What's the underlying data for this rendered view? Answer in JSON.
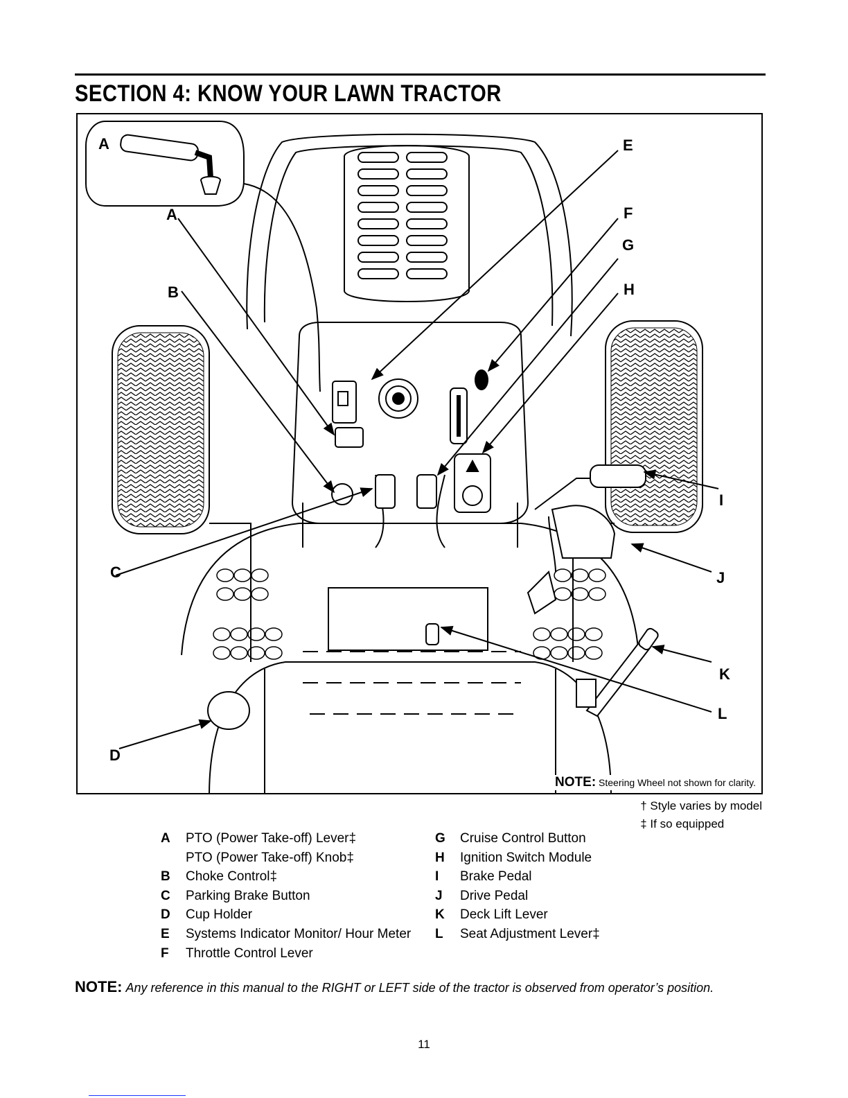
{
  "section_title": "SECTION 4:  KNOW YOUR LAWN TRACTOR",
  "figure": {
    "callouts": {
      "inset_a": "A",
      "a": "A",
      "b": "B",
      "c": "C",
      "d": "D",
      "e": "E",
      "f": "F",
      "g": "G",
      "h": "H",
      "i": "I",
      "j": "J",
      "k": "K",
      "l": "L"
    },
    "note_label": "NOTE:",
    "note_text": "Steering Wheel not shown for clarity."
  },
  "footnotes": [
    "† Style varies by model",
    "‡ If so equipped"
  ],
  "legend_left": [
    {
      "key": "A",
      "label": "PTO (Power Take-off) Lever‡"
    },
    {
      "key": "",
      "label": "PTO (Power Take-off) Knob‡"
    },
    {
      "key": "B",
      "label": "Choke Control‡"
    },
    {
      "key": "C",
      "label": "Parking Brake Button"
    },
    {
      "key": "D",
      "label": "Cup Holder"
    },
    {
      "key": "E",
      "label": "Systems Indicator Monitor/ Hour Meter"
    },
    {
      "key": "F",
      "label": "Throttle Control Lever"
    }
  ],
  "legend_right": [
    {
      "key": "G",
      "label": "Cruise Control Button"
    },
    {
      "key": "H",
      "label": "Ignition Switch Module"
    },
    {
      "key": "I",
      "label": "Brake Pedal"
    },
    {
      "key": "J",
      "label": "Drive Pedal"
    },
    {
      "key": "K",
      "label": "Deck Lift Lever"
    },
    {
      "key": "L",
      "label": "Seat Adjustment Lever‡"
    }
  ],
  "bottom_note": {
    "label": "NOTE:",
    "text": "Any reference in this manual to the RIGHT or LEFT side of the tractor is observed from operator’s position."
  },
  "page_number": "11"
}
